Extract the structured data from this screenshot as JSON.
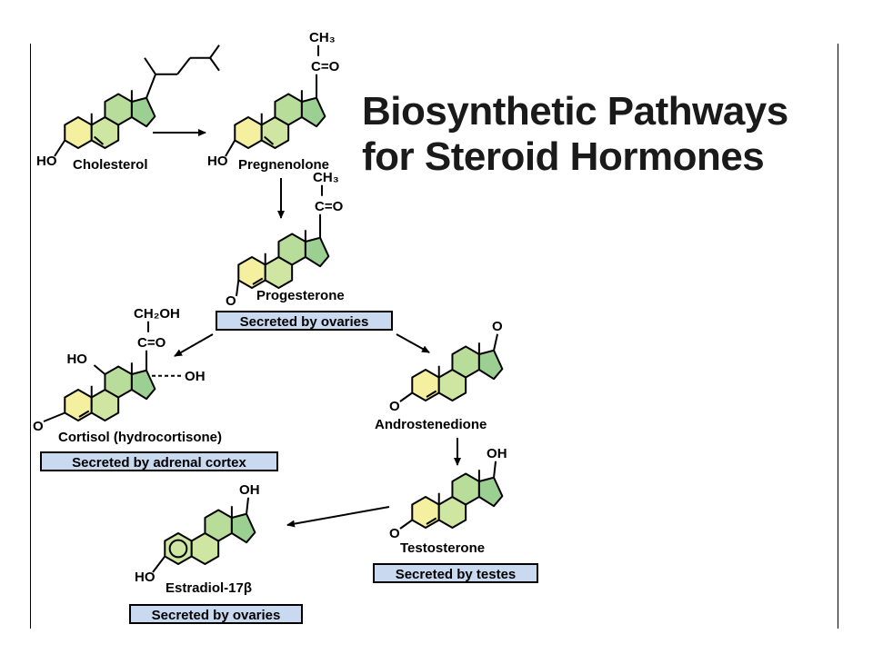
{
  "title": {
    "line1": "Biosynthetic Pathways",
    "line2": "for Steroid Hormones"
  },
  "compounds": {
    "cholesterol": "Cholesterol",
    "pregnenolone": "Pregnenolone",
    "progesterone": "Progesterone",
    "cortisol": "Cortisol (hydrocortisone)",
    "androstenedione": "Androstenedione",
    "testosterone": "Testosterone",
    "estradiol": "Estradiol-17β"
  },
  "groups": {
    "ho": "HO",
    "oh": "OH",
    "o": "O",
    "ch3": "CH₃",
    "co": "C=O",
    "ch2oh": "CH₂OH",
    "oh_dashed": "OH"
  },
  "secretion": {
    "progesterone": "Secreted by ovaries",
    "cortisol": "Secreted by adrenal cortex",
    "testosterone": "Secreted by testes",
    "estradiol": "Secreted by ovaries"
  },
  "colors": {
    "ring_a": "#f5f0a0",
    "ring_b": "#cfe6a2",
    "ring_c": "#b8dc9a",
    "ring_d": "#9ccf92",
    "badge_fill": "#c9d9f0"
  }
}
